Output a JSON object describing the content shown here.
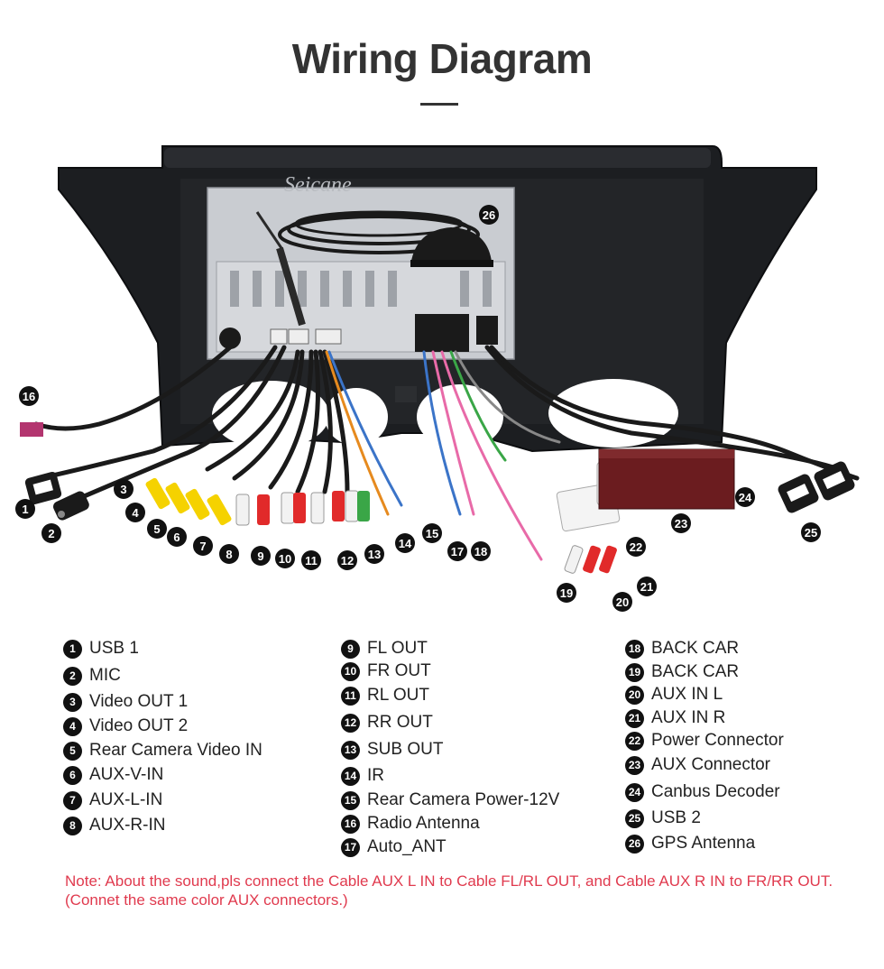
{
  "page": {
    "title": "Wiring Diagram",
    "watermark": "Seicane",
    "note": "Note: About the sound,pls connect the Cable AUX L IN to Cable FL/RL OUT, and Cable AUX R IN to FR/RR OUT.(Connet the same color AUX connectors.)"
  },
  "colors": {
    "accent_note": "#e03a4e",
    "title": "#333333",
    "frame": "#1c1e21",
    "chassis": "#c9ccd1",
    "rca_yellow": "#f5d200",
    "rca_red": "#e12a2a",
    "rca_white": "#f2f2f2",
    "rca_green": "#3aa647",
    "decoder_box": "#6b1c1f"
  },
  "legend": {
    "col1": [
      {
        "n": "1",
        "label": "USB 1"
      },
      {
        "n": "2",
        "label": "MIC"
      },
      {
        "n": "3",
        "label": "Video OUT 1"
      },
      {
        "n": "4",
        "label": "Video OUT 2"
      },
      {
        "n": "5",
        "label": "Rear Camera Video IN"
      },
      {
        "n": "6",
        "label": "AUX-V-IN"
      },
      {
        "n": "7",
        "label": "AUX-L-IN"
      },
      {
        "n": "8",
        "label": "AUX-R-IN"
      }
    ],
    "col2": [
      {
        "n": "9",
        "label": "FL OUT"
      },
      {
        "n": "10",
        "label": "FR OUT"
      },
      {
        "n": "11",
        "label": "RL OUT"
      },
      {
        "n": "12",
        "label": "RR OUT"
      },
      {
        "n": "13",
        "label": "SUB OUT"
      },
      {
        "n": "14",
        "label": "IR"
      },
      {
        "n": "15",
        "label": "Rear Camera Power-12V"
      },
      {
        "n": "16",
        "label": "Radio Antenna"
      },
      {
        "n": "17",
        "label": "Auto_ANT"
      }
    ],
    "col3": [
      {
        "n": "18",
        "label": "BACK CAR"
      },
      {
        "n": "19",
        "label": "BACK CAR"
      },
      {
        "n": "20",
        "label": "AUX IN L"
      },
      {
        "n": "21",
        "label": "AUX IN R"
      },
      {
        "n": "22",
        "label": "Power Connector"
      },
      {
        "n": "23",
        "label": "AUX Connector"
      },
      {
        "n": "24",
        "label": "Canbus Decoder"
      },
      {
        "n": "25",
        "label": "USB 2"
      },
      {
        "n": "26",
        "label": "GPS Antenna"
      }
    ]
  },
  "markers": {
    "m1": "1",
    "m2": "2",
    "m3": "3",
    "m4": "4",
    "m5": "5",
    "m6": "6",
    "m7": "7",
    "m8": "8",
    "m9": "9",
    "m10": "10",
    "m11": "11",
    "m12": "12",
    "m13": "13",
    "m14": "14",
    "m15": "15",
    "m16": "16",
    "m17": "17",
    "m18": "18",
    "m19": "19",
    "m20": "20",
    "m21": "21",
    "m22": "22",
    "m23": "23",
    "m24": "24",
    "m25": "25",
    "m26": "26"
  }
}
